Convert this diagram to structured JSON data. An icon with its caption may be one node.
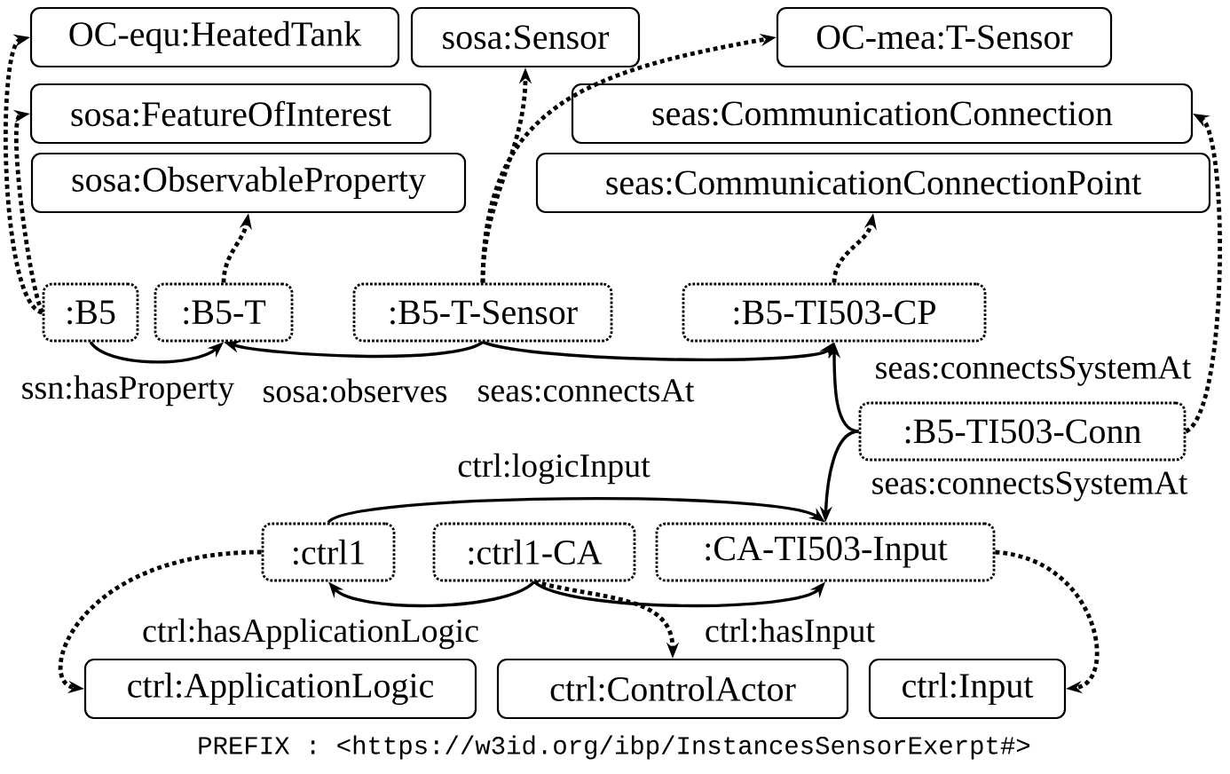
{
  "diagram": {
    "nodes": [
      {
        "text": [
          "OC-equ:HeatedTank"
        ]
      },
      {
        "text": [
          "sosa:Sensor"
        ]
      },
      {
        "text": [
          "OC-mea:T-Sensor"
        ]
      },
      {
        "text": [
          "sosa:FeatureOfInterest"
        ]
      },
      {
        "text": [
          "seas:CommunicationConnection"
        ]
      },
      {
        "text": [
          "sosa:ObservableProperty"
        ]
      },
      {
        "text": [
          "seas:CommunicationConnectionPoint"
        ]
      },
      {
        "text": [
          ":B5"
        ]
      },
      {
        "text": [
          ":B5-T"
        ]
      },
      {
        "text": [
          ":B5-T-Sensor"
        ]
      },
      {
        "text": [
          ":B5-TI503-CP"
        ]
      },
      {
        "text": [
          ":B5-TI503-Conn"
        ]
      },
      {
        "text": [
          ":ctrl1"
        ]
      },
      {
        "text": [
          ":ctrl1-CA"
        ]
      },
      {
        "text": [
          ":CA-TI503-Input"
        ]
      },
      {
        "text": [
          "ctrl:ApplicationLogic"
        ]
      },
      {
        "text": [
          "ctrl:ControlActor"
        ]
      },
      {
        "text": [
          "ctrl:Input"
        ]
      }
    ],
    "edges": [
      {
        "from": 7,
        "to": 0,
        "arrow": "to",
        "style": "dashed"
      },
      {
        "from": 7,
        "to": 3,
        "arrow": "to",
        "style": "dashed"
      },
      {
        "from": 8,
        "to": 5,
        "arrow": "to",
        "style": "dashed"
      },
      {
        "from": 9,
        "to": 1,
        "arrow": "to",
        "style": "dashed"
      },
      {
        "from": 9,
        "to": 2,
        "arrow": "to",
        "style": "dashed"
      },
      {
        "from": 10,
        "to": 6,
        "arrow": "to",
        "style": "dashed"
      },
      {
        "from": 11,
        "to": 4,
        "arrow": "to",
        "style": "dashed"
      },
      {
        "from": 7,
        "to": 8,
        "arrow": "to",
        "label": "ssn:hasProperty"
      },
      {
        "from": 9,
        "to": 8,
        "arrow": "to",
        "label": "sosa:observes"
      },
      {
        "from": 9,
        "to": 10,
        "arrow": "to",
        "label": "seas:connectsAt"
      },
      {
        "from": 11,
        "to": 10,
        "arrow": "to",
        "label": "seas:connectsSystemAt"
      },
      {
        "from": 11,
        "to": 14,
        "arrow": "to",
        "label": "seas:connectsSystemAt"
      },
      {
        "from": 12,
        "to": 14,
        "arrow": "to",
        "label": "ctrl:logicInput"
      },
      {
        "from": 13,
        "to": 12,
        "arrow": "to",
        "label": "ctrl:hasApplicationLogic"
      },
      {
        "from": 13,
        "to": 14,
        "arrow": "to",
        "label": "ctrl:hasInput"
      },
      {
        "from": 12,
        "to": 15,
        "arrow": "to",
        "style": "dashed"
      },
      {
        "from": 13,
        "to": 16,
        "arrow": "to",
        "style": "dashed"
      },
      {
        "from": 14,
        "to": 17,
        "arrow": "to",
        "style": "dashed"
      }
    ],
    "labels": [
      "PREFIX : <https://w3id.org/ibp/InstancesSensorExerpt#>"
    ]
  }
}
